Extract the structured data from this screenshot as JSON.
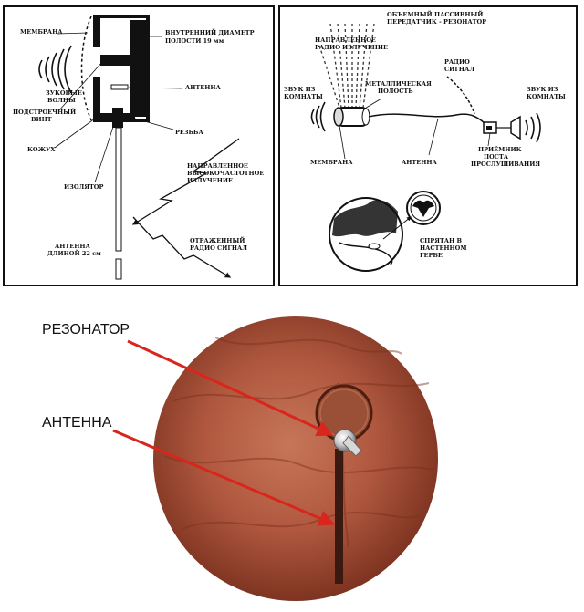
{
  "left_panel": {
    "membrane": "МЕМБРАНА",
    "inner_diameter": [
      "ВНУТРЕННИЙ ДИАМЕТР",
      "ПОЛОСТИ 19 мм"
    ],
    "sound_waves": [
      "ЗУКОВЫЕ",
      "ВОЛНЫ"
    ],
    "antenna": "АНТЕННА",
    "tuning_screw": [
      "ПОДСТРОЕЧНЫЙ",
      "ВИНТ"
    ],
    "thread": "РЕЗЬБА",
    "housing": "КОЖУХ",
    "insulator": "ИЗОЛЯТОР",
    "directed_rf": [
      "НАПРАВЛЕННОЕ",
      "ВЫСОКОЧАСТОТНОЕ",
      "ИЗЛУЧЕНИЕ"
    ],
    "reflected_signal": [
      "ОТРАЖЕННЫЙ",
      "РАДИО СИГНАЛ"
    ],
    "antenna_length": [
      "АНТЕННА",
      "ДЛИНОЙ 22 см"
    ]
  },
  "right_panel": {
    "title": [
      "ОБЪЕМНЫЙ ПАССИВНЫЙ",
      "ПЕРЕДАТЧИК - РЕЗОНАТОР"
    ],
    "directed_radiation": [
      "НАПРАВЛЕННОЕ",
      "РАДИО ИЗЛУЧЕНИЕ"
    ],
    "radio_signal": [
      "РАДИО",
      "СИГНАЛ"
    ],
    "metal_cavity": [
      "МЕТАЛЛИЧЕСКАЯ",
      "ПОЛОСТЬ"
    ],
    "sound_left": [
      "ЗВУК ИЗ",
      "КОМНАТЫ"
    ],
    "sound_right": [
      "ЗВУК ИЗ",
      "КОМНАТЫ"
    ],
    "membrane": "МЕМБРАНА",
    "antenna": "АНТЕННА",
    "receiver": [
      "ПРИЁМНИК",
      "ПОСТА",
      "ПРОСЛУШИВАНИЯ"
    ],
    "hidden": [
      "СПРЯТАН В",
      "НАСТЕННОМ",
      "ГЕРБЕ"
    ]
  },
  "photo": {
    "resonator_label": "РЕЗОНАТОР",
    "antenna_label": "АНТЕННА"
  },
  "colors": {
    "arrow": "#d9261c",
    "wood": "#b0583f",
    "wood_dark": "#6f2a1a"
  }
}
